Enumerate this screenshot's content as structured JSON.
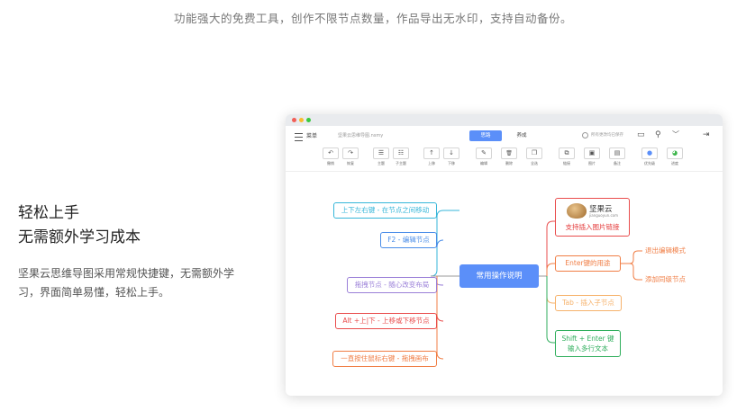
{
  "tagline": "功能强大的免费工具，创作不限节点数量，作品导出无水印，支持自动备份。",
  "feature": {
    "title_line1": "轻松上手",
    "title_line2": "无需额外学习成本",
    "description": "坚果云思维导图采用常规快捷键，无需额外学习，界面简单易懂，轻松上手。"
  },
  "app": {
    "menu_label": "菜单",
    "filename": "坚果云思维导图.nsmy",
    "tabs": [
      "思路",
      "养成"
    ],
    "active_tab": 0,
    "saved_status": "所有更改均已保存",
    "toolbar": [
      {
        "icon": "undo-icon",
        "glyph": "↶",
        "label": "撤销"
      },
      {
        "icon": "redo-icon",
        "glyph": "↷",
        "label": "恢复"
      },
      {
        "icon": "topic-icon",
        "glyph": "☰",
        "label": "主题"
      },
      {
        "icon": "subtopic-icon",
        "glyph": "☷",
        "label": "子主题"
      },
      {
        "icon": "move-up-icon",
        "glyph": "↑",
        "label": "上移"
      },
      {
        "icon": "move-down-icon",
        "glyph": "↓",
        "label": "下移"
      },
      {
        "icon": "edit-icon",
        "glyph": "✎",
        "label": "编辑"
      },
      {
        "icon": "delete-icon",
        "glyph": "🗑",
        "label": "删除"
      },
      {
        "icon": "select-all-icon",
        "glyph": "❐",
        "label": "全选"
      },
      {
        "icon": "link-icon",
        "glyph": "⧉",
        "label": "链接"
      },
      {
        "icon": "image-icon",
        "glyph": "▣",
        "label": "图片"
      },
      {
        "icon": "note-icon",
        "glyph": "▤",
        "label": "备注"
      },
      {
        "icon": "priority-icon",
        "glyph": "●",
        "label": "优先级",
        "color": "#5b8ff9"
      },
      {
        "icon": "progress-icon",
        "glyph": "◕",
        "label": "进度",
        "color": "#3bb54a"
      }
    ],
    "mindmap": {
      "central": "常用操作说明",
      "left": [
        {
          "text": "上下左右键 - 在节点之间移动",
          "color": "#36b6d9"
        },
        {
          "text": "F2 - 编辑节点",
          "color": "#4a8de8"
        },
        {
          "text": "拖拽节点 - 随心改变布局",
          "color": "#9a7fd8"
        },
        {
          "text": "Alt +上|下 - 上移或下移节点",
          "color": "#e94c4c"
        },
        {
          "text": "一直按住鼠标右键 - 拖拽画布",
          "color": "#f07d44"
        }
      ],
      "right": [
        {
          "text": "支持插入图片链接",
          "color": "#e94c4c",
          "logo_text": "坚果云",
          "logo_sub": "jianguoyun.com"
        },
        {
          "text": "Enter键的用途",
          "color": "#f07d44"
        },
        {
          "text": "Tab - 插入子节点",
          "color": "#f6b26b"
        },
        {
          "text": "Shift + Enter 键\n输入多行文本",
          "color": "#2fae5c"
        }
      ],
      "enter_children": [
        {
          "text": "退出编辑模式",
          "color": "#f07d44"
        },
        {
          "text": "添加同级节点",
          "color": "#f07d44"
        }
      ]
    }
  }
}
